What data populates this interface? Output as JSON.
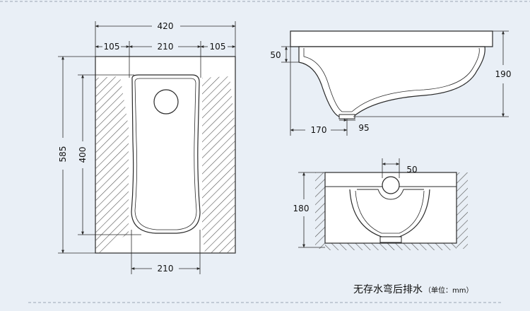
{
  "colors": {
    "background": "#e9eff6",
    "line": "#2a2a2a",
    "body_fill": "#ffffff",
    "dash": "#9aa6b4"
  },
  "top_view": {
    "total_width": "420",
    "side_left": "105",
    "middle": "210",
    "side_right": "105",
    "total_length": "585",
    "basin_length": "400",
    "bottom_width": "210"
  },
  "side_view": {
    "rim_height": "50",
    "total_height": "190",
    "outlet_offset": "170",
    "outlet_width": "95"
  },
  "front_view": {
    "outlet_diameter": "50",
    "height": "180"
  },
  "caption": {
    "main": "无存水弯后排水",
    "unit": "（单位：mm）"
  }
}
